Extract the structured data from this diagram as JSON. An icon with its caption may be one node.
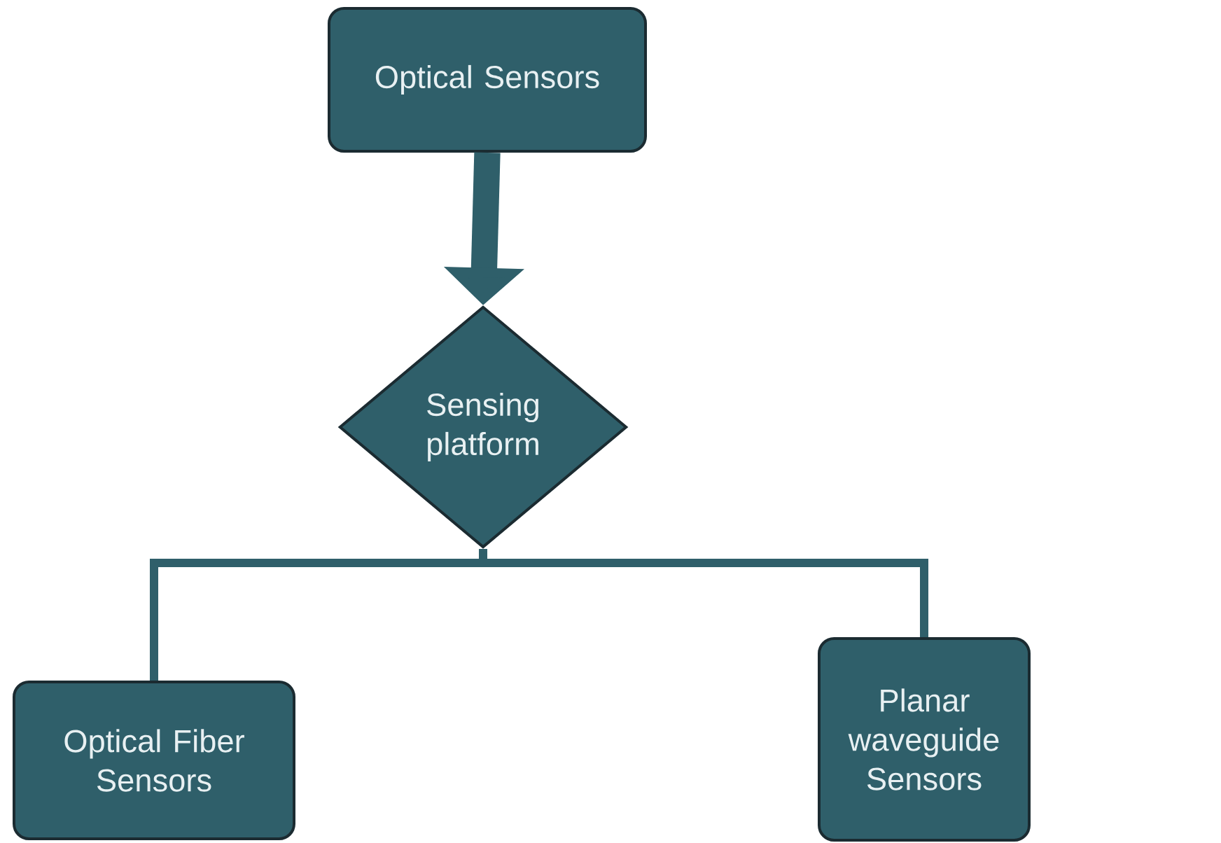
{
  "diagram": {
    "nodes": [
      {
        "text": [
          "Optical Sensors"
        ]
      },
      {
        "text": [
          "Sensing platform"
        ]
      },
      {
        "text": [
          "Optical Fiber Sensors"
        ]
      },
      {
        "text": [
          "Planar waveguide Sensors"
        ]
      }
    ],
    "edges": [
      {
        "from": 0,
        "to": 1,
        "arrow": "to",
        "style": "thick"
      },
      {
        "from": 1,
        "to": 2,
        "arrow": "none"
      },
      {
        "from": 1,
        "to": 3,
        "arrow": "none"
      }
    ]
  }
}
